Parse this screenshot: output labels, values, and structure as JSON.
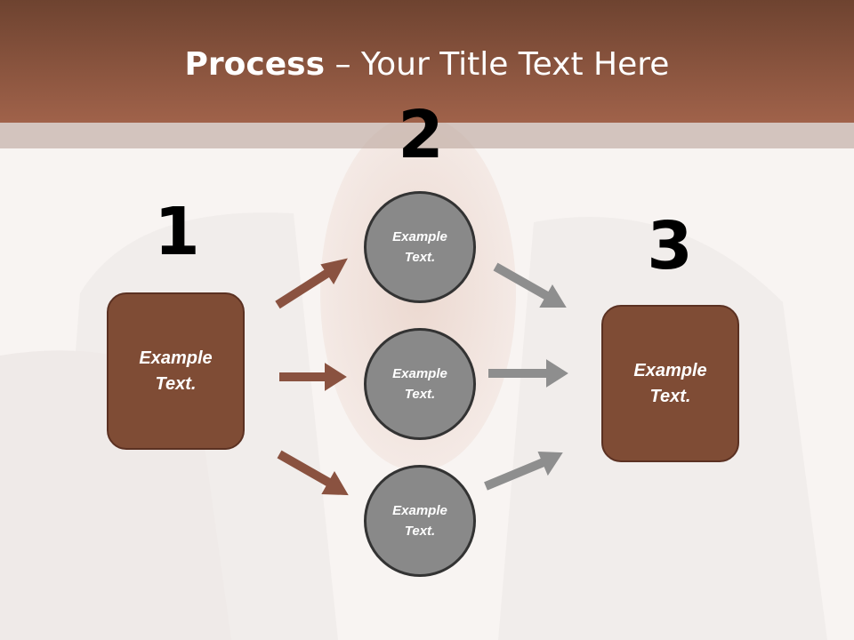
{
  "title": {
    "bold": "Process",
    "rest": " – Your Title Text Here"
  },
  "steps": {
    "one": {
      "number": "1",
      "text": "Example\nText."
    },
    "two": {
      "number": "2",
      "circles": [
        "Example\nText.",
        "Example\nText.",
        "Example\nText."
      ]
    },
    "three": {
      "number": "3",
      "text": "Example\nText."
    }
  },
  "colors": {
    "header": "#8a5640",
    "box": "#7f4c35",
    "circle": "#898989",
    "arrow_brown": "#8a5240",
    "arrow_gray": "#8e8e8e"
  }
}
